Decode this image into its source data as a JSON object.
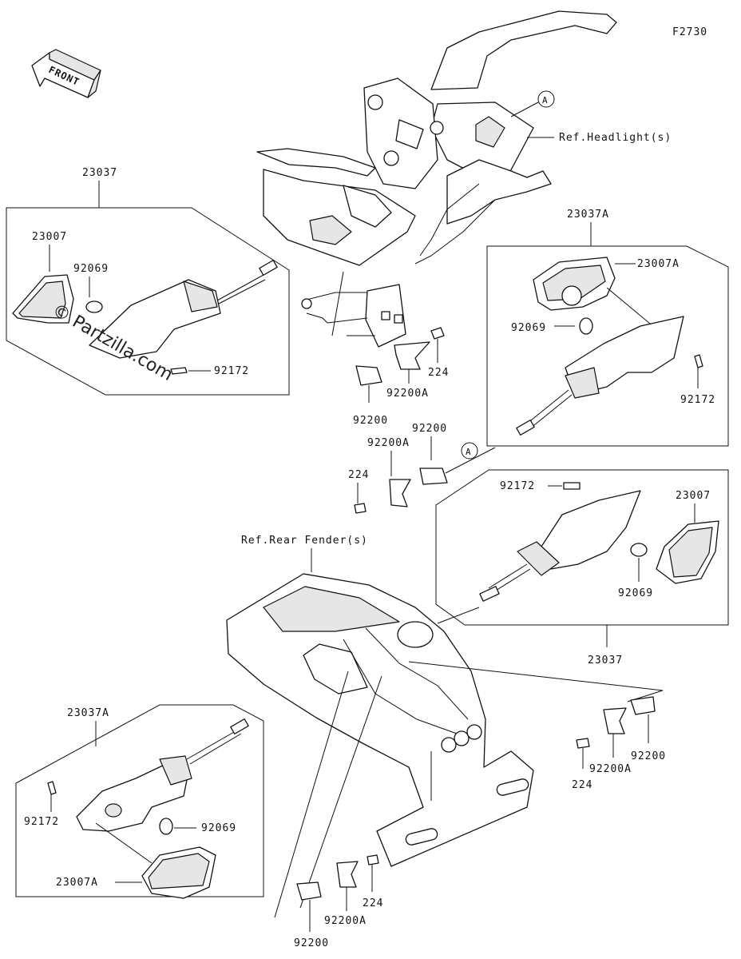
{
  "figure_code": "F2730",
  "front_label": "FRONT",
  "watermark": "© Partzilla.com",
  "refs": {
    "headlight": "Ref.Headlight(s)",
    "rear_fender": "Ref.Rear Fender(s)",
    "marker_a": "A"
  },
  "callouts": {
    "upper_left_assy": "23037",
    "upper_left_lens": "23007",
    "upper_left_bulb": "92069",
    "upper_left_screw": "92172",
    "center_screw": "224",
    "center_bracket": "92200A",
    "center_plate": "92200",
    "mid_plate": "92200",
    "mid_bracket": "92200A",
    "mid_screw": "224",
    "upper_right_assy": "23037A",
    "upper_right_lens": "23007A",
    "upper_right_bulb": "92069",
    "upper_right_screw": "92172",
    "lower_right_screw": "92172",
    "lower_right_lens": "23007",
    "lower_right_bulb": "92069",
    "lower_right_assy": "23037",
    "lower_left_assy": "23037A",
    "lower_left_screw": "92172",
    "lower_left_bulb": "92069",
    "lower_left_lens": "23007A",
    "bottom_screw": "224",
    "bottom_bracket": "92200A",
    "bottom_plate": "92200",
    "right_screw": "224",
    "right_bracket": "92200A",
    "right_plate": "92200"
  }
}
